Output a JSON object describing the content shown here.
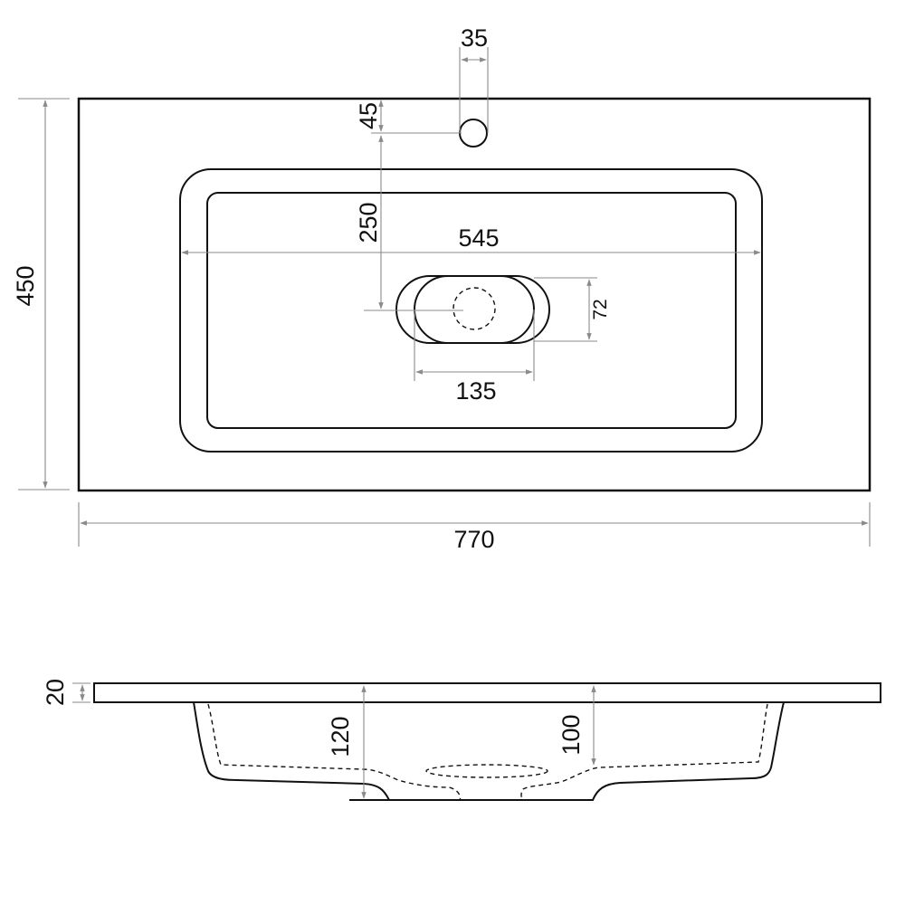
{
  "top_view": {
    "overall_width": "770",
    "overall_depth": "450",
    "tap_hole_diameter": "35",
    "tap_hole_offset": "45",
    "drain_center_offset": "250",
    "basin_width": "545",
    "drain_width": "135",
    "drain_height": "72"
  },
  "side_view": {
    "slab_thickness": "20",
    "basin_depth_total": "120",
    "basin_depth_inner": "100"
  },
  "colors": {
    "outline": "#111111",
    "dimension": "#8a8a8a",
    "background": "#ffffff"
  }
}
